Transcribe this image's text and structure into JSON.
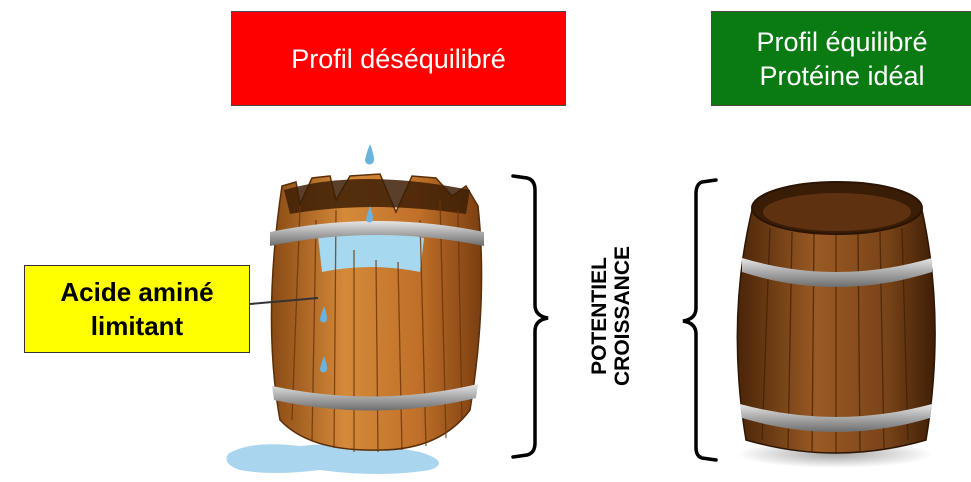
{
  "header_left": {
    "text": "Profil déséquilibré",
    "color": "#ff0000"
  },
  "header_right": {
    "line1": "Profil équilibré",
    "line2": "Protéine idéal",
    "color": "#0a7a12"
  },
  "callout": {
    "line1": "Acide aminé",
    "line2": "limitant",
    "color": "#ffff00"
  },
  "vertical_label": {
    "line1": "POTENTIEL",
    "line2": "CROISSANCE"
  },
  "icons": {
    "left_barrel": "broken-wooden-barrel-icon",
    "right_barrel": "wooden-barrel-icon",
    "water": "water-drop-icon"
  }
}
